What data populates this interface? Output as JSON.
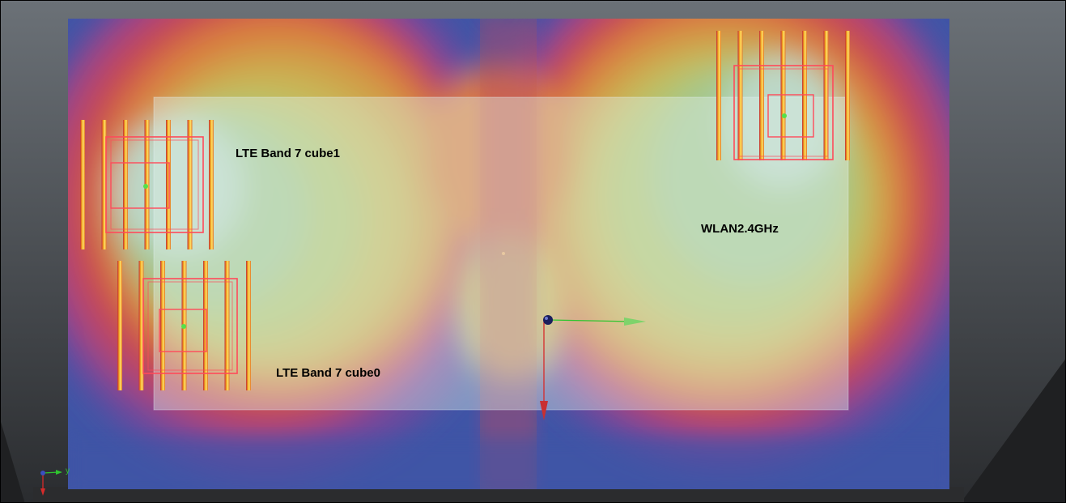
{
  "viewport": {
    "title": "3D simulation view",
    "background_top": "#6b7177",
    "background_bottom": "#1d1e20"
  },
  "field_plot": {
    "colors": {
      "blue": "#3f55a6",
      "violet": "#6a4a9e",
      "magenta": "#a8447c",
      "red": "#c94a4e",
      "orange": "#d97d40",
      "amber": "#cfa14a",
      "yellow": "#c7b95a",
      "lime": "#b2c470",
      "green": "#a4c892",
      "pale": "#bcd8c8"
    }
  },
  "labels": {
    "cube1": "LTE Band 7 cube1",
    "cube0": "LTE Band 7 cube0",
    "wlan": "WLAN2.4GHz"
  },
  "axis_triad": {
    "y_label": "y",
    "x_color": "#2fc52f",
    "y_color": "#d62b2b"
  }
}
